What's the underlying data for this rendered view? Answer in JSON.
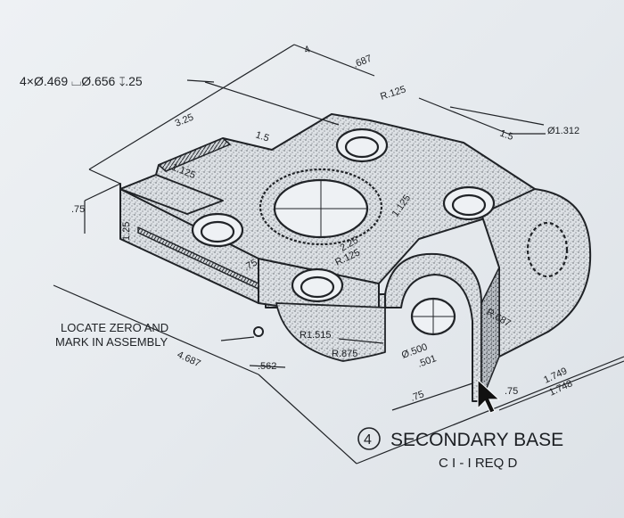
{
  "callouts": {
    "hole_spec": "4×Ø.469 ⌴Ø.656 ↧.25",
    "zero_note_line1": "LOCATE ZERO AND",
    "zero_note_line2": "MARK IN ASSEMBLY"
  },
  "dimensions": {
    "d_687_top": ".687",
    "d_r125_top": "R.125",
    "d_15_right": "1.5",
    "d_dia1312": "Ø1.312",
    "d_325": "3.25",
    "d_15_inner": "1.5",
    "d_1125_left": "1.125",
    "d_75_left": ".75",
    "d_125_small": "1.25",
    "d_1125_inner": "1.125",
    "d_225": "2.25",
    "d_r125_mid": "R.125",
    "d_75_front": ".75",
    "d_r687": "R.687",
    "d_r1515": "R1.515",
    "d_r875": "R.875",
    "d_dia500": "Ø.500",
    "d_501": ".501",
    "d_562": ".562",
    "d_4687": "4.687",
    "d_75_bottom": ".75",
    "d_75_corner": ".75",
    "d_1749": "1.749",
    "d_1748": "1.748",
    "d_4_top": "4"
  },
  "title_block": {
    "item_number": "4",
    "part_name": "SECONDARY BASE",
    "spec": "C I - I REQ D"
  },
  "colors": {
    "ink": "#202327",
    "paper": "#e9edf0",
    "stipple": "#5b6066"
  }
}
